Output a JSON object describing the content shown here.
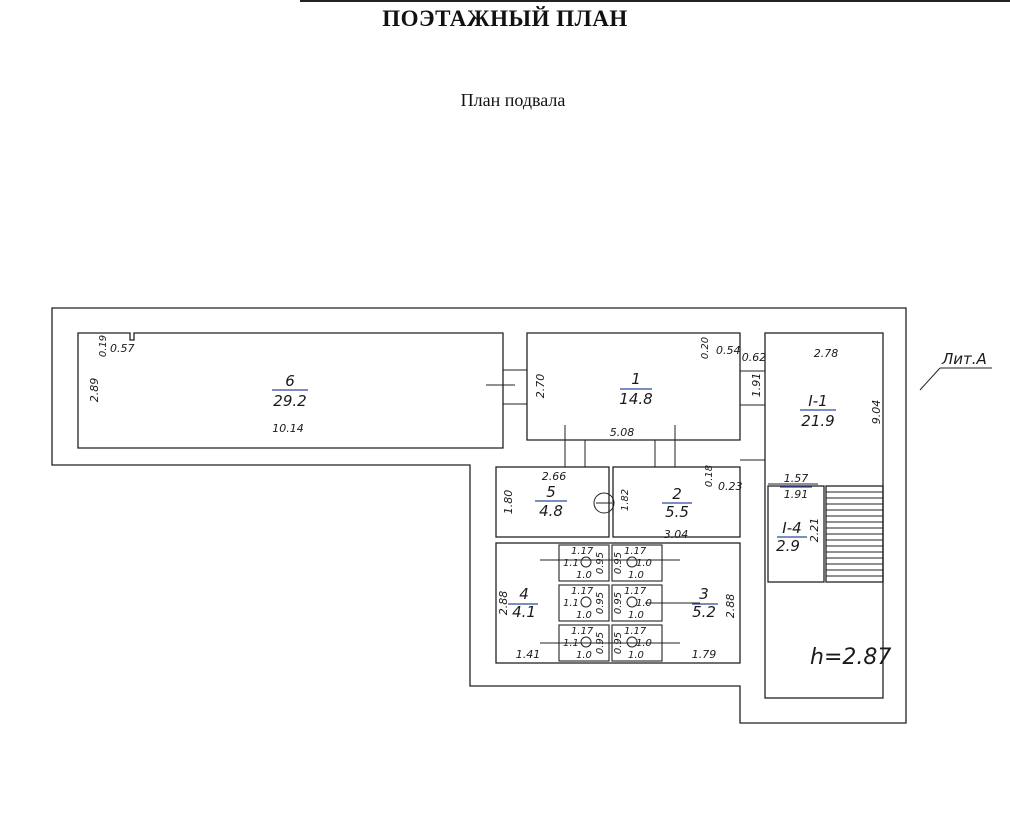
{
  "page": {
    "title": "ПОЭТАЖНЫЙ ПЛАН",
    "subtitle": "План подвала"
  },
  "plan": {
    "litera": "Лит.А",
    "height_label": "h=2.87",
    "rooms": {
      "r6": {
        "number": "6",
        "area": "29.2",
        "dim_left": "2.89",
        "dim_bottom": "10.14",
        "dim_a": "0.19",
        "dim_b": "0.57"
      },
      "r1": {
        "number": "1",
        "area": "14.8",
        "dim_left": "2.70",
        "dim_bottom": "5.08",
        "dim_a": "0.20",
        "dim_b": "0.54"
      },
      "r1_1": {
        "number": "I-1",
        "area": "21.9",
        "dim_top": "2.78",
        "dim_right": "9.04",
        "dim_left": "1.91",
        "dim_a": "0.62"
      },
      "r1_4": {
        "number": "I-4",
        "area": "2.9",
        "dim_right": "2.21",
        "dim_top_a": "1.57",
        "dim_top_b": "1.91"
      },
      "r5": {
        "number": "5",
        "area": "4.8",
        "dim_top": "2.66",
        "dim_left": "1.80"
      },
      "r2": {
        "number": "2",
        "area": "5.5",
        "dim_bottom": "3.04",
        "dim_a": "1.82",
        "dim_b": "0.18",
        "dim_c": "0.23"
      },
      "r4": {
        "number": "4",
        "area": "4.1",
        "dim_left": "2.88",
        "dim_bottom": "1.41"
      },
      "r3": {
        "number": "3",
        "area": "5.2",
        "dim_right": "2.88",
        "dim_bottom": "1.79"
      }
    },
    "cell_labels": {
      "width": "1.17",
      "depth": "0.95",
      "area_a": "1.1",
      "area_b": "1.0"
    }
  }
}
